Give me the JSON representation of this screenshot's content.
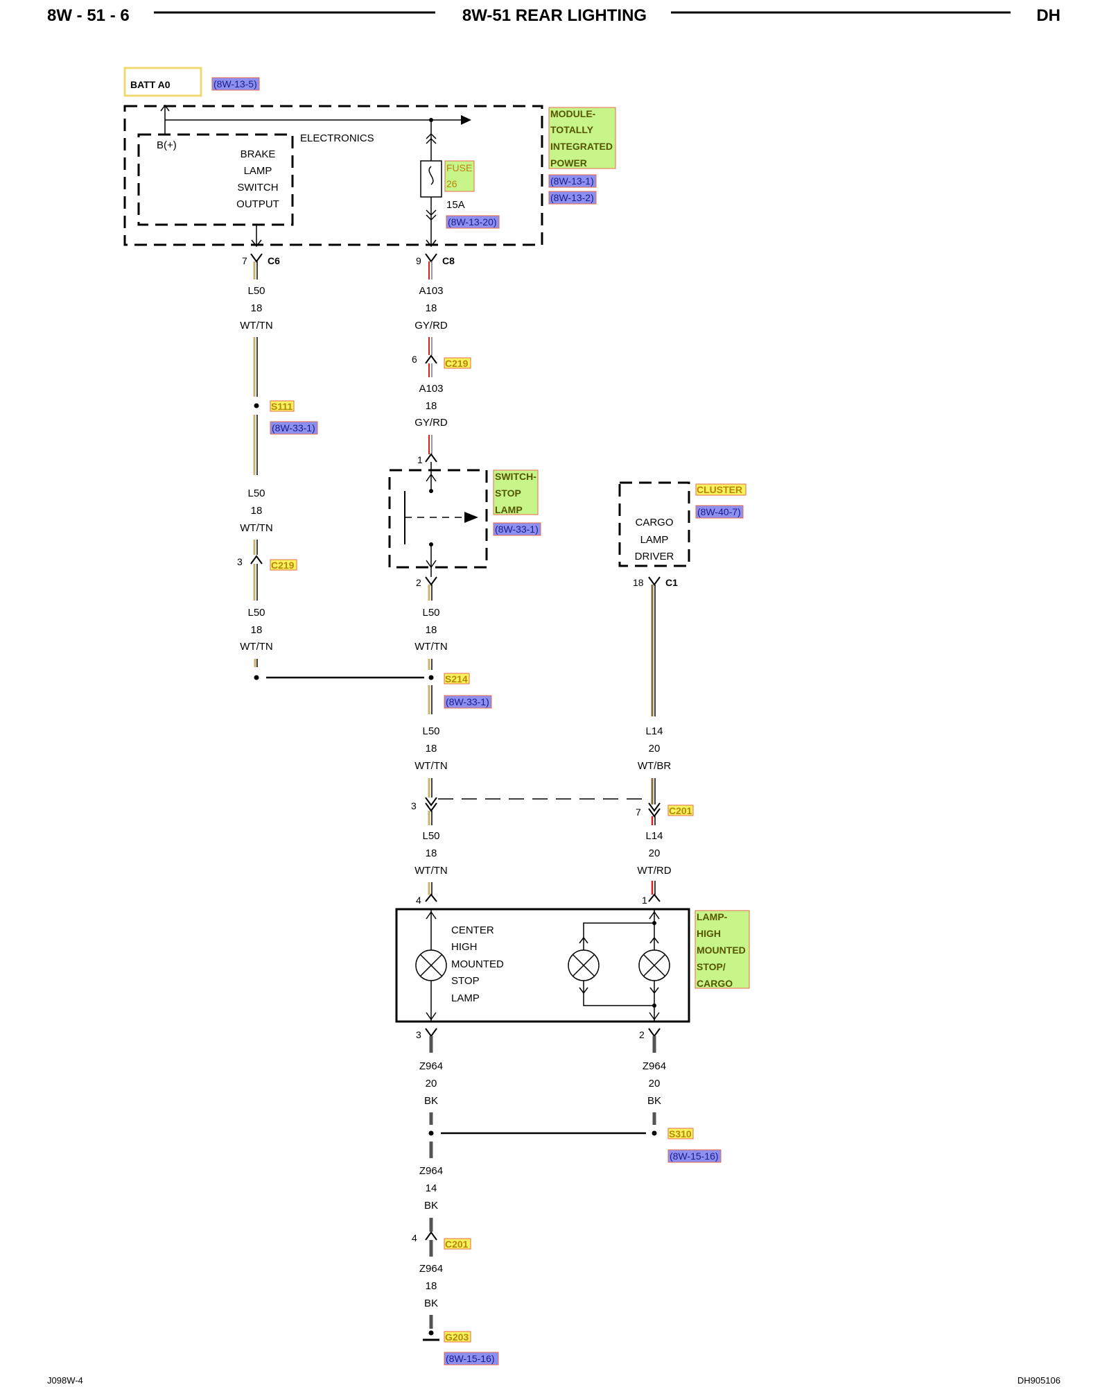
{
  "header": {
    "left": "8W - 51 - 6",
    "title": "8W-51 REAR LIGHTING",
    "right": "DH"
  },
  "footer": {
    "left": "J098W-4",
    "right": "DH905106"
  },
  "batt": {
    "label": "BATT A0",
    "ref": "(8W-13-5)"
  },
  "tipm": {
    "name": [
      "MODULE-",
      "TOTALLY",
      "INTEGRATED",
      "POWER"
    ],
    "refs": [
      "(8W-13-1)",
      "(8W-13-2)"
    ],
    "electronics": "ELECTRONICS",
    "bplus": "B(+)",
    "switch_output": [
      "BRAKE",
      "LAMP",
      "SWITCH",
      "OUTPUT"
    ],
    "fuse": [
      "FUSE",
      "26"
    ],
    "fuse_rating": "15A",
    "fuse_ref": "(8W-13-20)"
  },
  "connectors": {
    "c6": {
      "pin": "7",
      "name": "C6"
    },
    "c8": {
      "pin": "9",
      "name": "C8"
    },
    "c219_a": {
      "pin": "6",
      "name": "C219"
    },
    "c219_b": {
      "pin": "3",
      "name": "C219"
    },
    "sw1": {
      "pin": "1"
    },
    "sw2": {
      "pin": "2"
    },
    "c1": {
      "pin": "18",
      "name": "C1"
    },
    "c201_a": {
      "pin": "3"
    },
    "c201_b": {
      "pin": "7",
      "name": "C201"
    },
    "lamp4": {
      "pin": "4"
    },
    "lamp1": {
      "pin": "1"
    },
    "lamp3": {
      "pin": "3"
    },
    "lamp2": {
      "pin": "2"
    },
    "c201_c": {
      "pin": "4",
      "name": "C201"
    }
  },
  "wires": {
    "w_l50_1": [
      "L50",
      "18",
      "WT/TN"
    ],
    "w_a103_1": [
      "A103",
      "18",
      "GY/RD"
    ],
    "w_a103_2": [
      "A103",
      "18",
      "GY/RD"
    ],
    "w_l50_2": [
      "L50",
      "18",
      "WT/TN"
    ],
    "w_l50_3": [
      "L50",
      "18",
      "WT/TN"
    ],
    "w_l50_4": [
      "L50",
      "18",
      "WT/TN"
    ],
    "w_l50_5": [
      "L50",
      "18",
      "WT/TN"
    ],
    "w_l50_6": [
      "L50",
      "18",
      "WT/TN"
    ],
    "w_l14_1": [
      "L14",
      "20",
      "WT/BR"
    ],
    "w_l14_2": [
      "L14",
      "20",
      "WT/RD"
    ],
    "w_z964_1": [
      "Z964",
      "20",
      "BK"
    ],
    "w_z964_2": [
      "Z964",
      "20",
      "BK"
    ],
    "w_z964_3": [
      "Z964",
      "14",
      "BK"
    ],
    "w_z964_4": [
      "Z964",
      "18",
      "BK"
    ]
  },
  "splices": {
    "s111": {
      "name": "S111",
      "ref": "(8W-33-1)"
    },
    "s214": {
      "name": "S214",
      "ref": "(8W-33-1)"
    },
    "s310": {
      "name": "S310",
      "ref": "(8W-15-16)"
    },
    "g203": {
      "name": "G203",
      "ref": "(8W-15-16)"
    }
  },
  "switch_stop": {
    "name": [
      "SWITCH-",
      "STOP",
      "LAMP"
    ],
    "ref": "(8W-33-1)"
  },
  "cluster": {
    "name": "CLUSTER",
    "ref": "(8W-40-7)",
    "text": [
      "CARGO",
      "LAMP",
      "DRIVER"
    ]
  },
  "lamp": {
    "name": [
      "LAMP-",
      "HIGH",
      "MOUNTED",
      "STOP/",
      "CARGO"
    ],
    "text": [
      "CENTER",
      "HIGH",
      "MOUNTED",
      "STOP",
      "LAMP"
    ]
  },
  "colors": {
    "highlight_yellow": "#f7f35d",
    "highlight_green": "#c8f58a",
    "highlight_blue": "#8e90f0",
    "wire_red": "#d62020",
    "wire_tan": "#c8b070"
  }
}
